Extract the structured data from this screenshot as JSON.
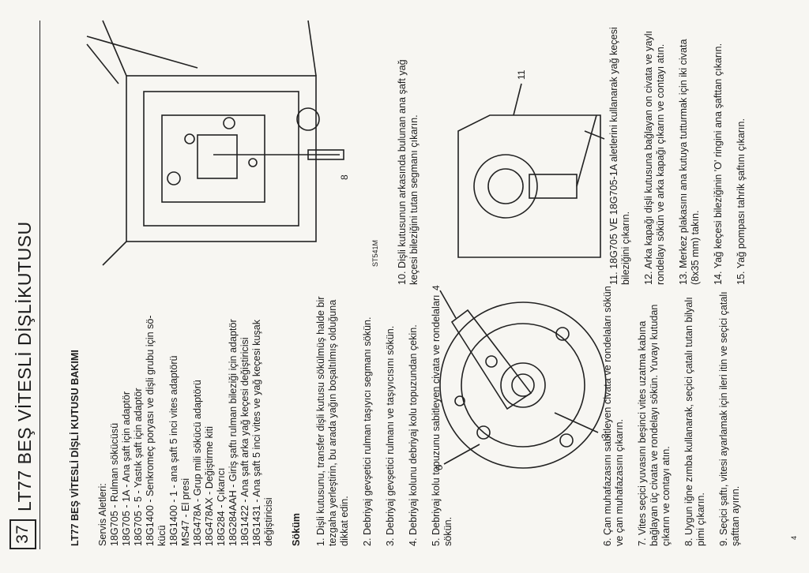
{
  "header": {
    "page_number": "37",
    "title": "LT77  BEŞ VİTESLİ DİŞLİKUTUSU"
  },
  "section_title": "LT77 BEŞ VİTESLİ DİŞLİ KUTUSU BAKIMI",
  "tools_heading": "Servis Aletleri:",
  "tools": [
    "18G705 - Rulman sökücüsü",
    "18G705 - 1A - Ana şaft için adaptör",
    "18G705 - 5 - Yastık şaft için adaptör",
    "18G1400 - Senkromeç poryası ve dişli grubu için sö-",
    "kücü",
    "18G1400 - 1 - ana şaft 5 inci vites adaptörü",
    "MS47 - El presi",
    "18G478A - Grup mili sökücü adaptörü",
    "18G478AX - Değiştirme kiti",
    "18G284 - Çıkarıcı",
    "18G284AAH - Giriş şaftı rulman bileziği için adaptör",
    "18G1422 - Ana şaft arka yağ keçesi değiştiricisi",
    "18G1431 - Ana şaft 5 inci vites ve yağ keçesi kuşak",
    "değiştiricisi"
  ],
  "removal_heading": "Söküm",
  "steps_a": [
    "1. Dişli kutusunu, transfer dişli kutusu sökülmüş halde bir tezgaha yerleştirin, bu arada yağın boşaltılmış olduğuna dikkat edin.",
    "2. Debriyaj gevşetici rulman taşıyıcı segmanı sökün.",
    "3. Debriyaj gevşetici rulmanı ve taşıyıcısını sökün.",
    "4. Debriyaj kolunu debriyaj kolu topuzundan çekin.",
    "5. Debriyaj kolu topuzunu sabitleyen civata ve rondelaları sökün."
  ],
  "steps_b": [
    "6. Çan muhafazasını sabitleyen civata ve rondelaları sökün ve çan muhafazasını çıkarın.",
    "7. Vites seçici yuvasını beşinci vites uzatma kabına bağlayan üç civata ve rondelayı sökün. Yuvayı kutudan çıkarın ve contayı atın.",
    "8. Uygun iğne zımba kullanarak, seçici çatalı tutan bilyalı pimi çıkarın.",
    "9. Seçici şaftı, vitesi ayarlamak için ileri itin ve seçici çatalı şafttan ayırın."
  ],
  "step10": "10. Dişli kutusunun arkasında bulunan ana şaft yağ keçesi bileziğini tutan segmanı çıkarın.",
  "steps_c": [
    "11. 18G705 VE 18G705-1A aletlerini kullanarak yağ keçesi bileziğini çıkarın.",
    "12. Arka kapağı dişli kutusuna bağlayan on civata ve yaylı rondelayı sökün ve arka kapağı çıkarın ve contayı atın.",
    "13. Merkez plakasını ana kutuya tutturmak için iki civata (8x35 mm) takın.",
    "14. Yağ keçesi bileziğinin 'O' ringini ana şafttan çıkarın.",
    "15. Yağ pompası tahrik şaftını çıkarın."
  ],
  "fig1": {
    "code": "ST541M",
    "callout": "8"
  },
  "fig2": {
    "callouts": [
      "6",
      "4",
      "3"
    ]
  },
  "fig3": {
    "callout": "11"
  },
  "footer_num": "4"
}
